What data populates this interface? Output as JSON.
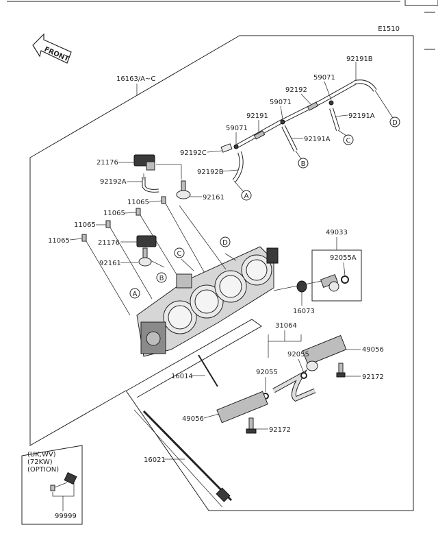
{
  "diagram_code": "E1510",
  "front_label": "FRONT",
  "callouts": {
    "c16163": "16163/A~C",
    "c92191B": "92191B",
    "c59071_a": "59071",
    "c92192": "92192",
    "c59071_b": "59071",
    "c92191A_a": "92191A",
    "c92191": "92191",
    "c59071_c": "59071",
    "c92191A_b": "92191A",
    "c92192C": "92192C",
    "c21176_a": "21176",
    "c92192B": "92192B",
    "c92192A": "92192A",
    "c92161_a": "92161",
    "c11065_a": "11065",
    "c11065_b": "11065",
    "c11065_c": "11065",
    "c11065_d": "11065",
    "c21176_b": "21176",
    "c92161_b": "92161",
    "c49033": "49033",
    "c92055A": "92055A",
    "c16073": "16073",
    "c31064": "31064",
    "c92055_a": "92055",
    "c92055_b": "92055",
    "c49056_a": "49056",
    "c92172_a": "92172",
    "c16014": "16014",
    "c49056_b": "49056",
    "c92172_b": "92172",
    "c16021": "16021",
    "c99999": "99999"
  },
  "circle_markers": [
    "A",
    "B",
    "C",
    "D",
    "A",
    "B",
    "C",
    "D"
  ],
  "option_box": {
    "line1": "(UK,WV)",
    "line2": "(72KW)",
    "line3": "(OPTION)"
  }
}
